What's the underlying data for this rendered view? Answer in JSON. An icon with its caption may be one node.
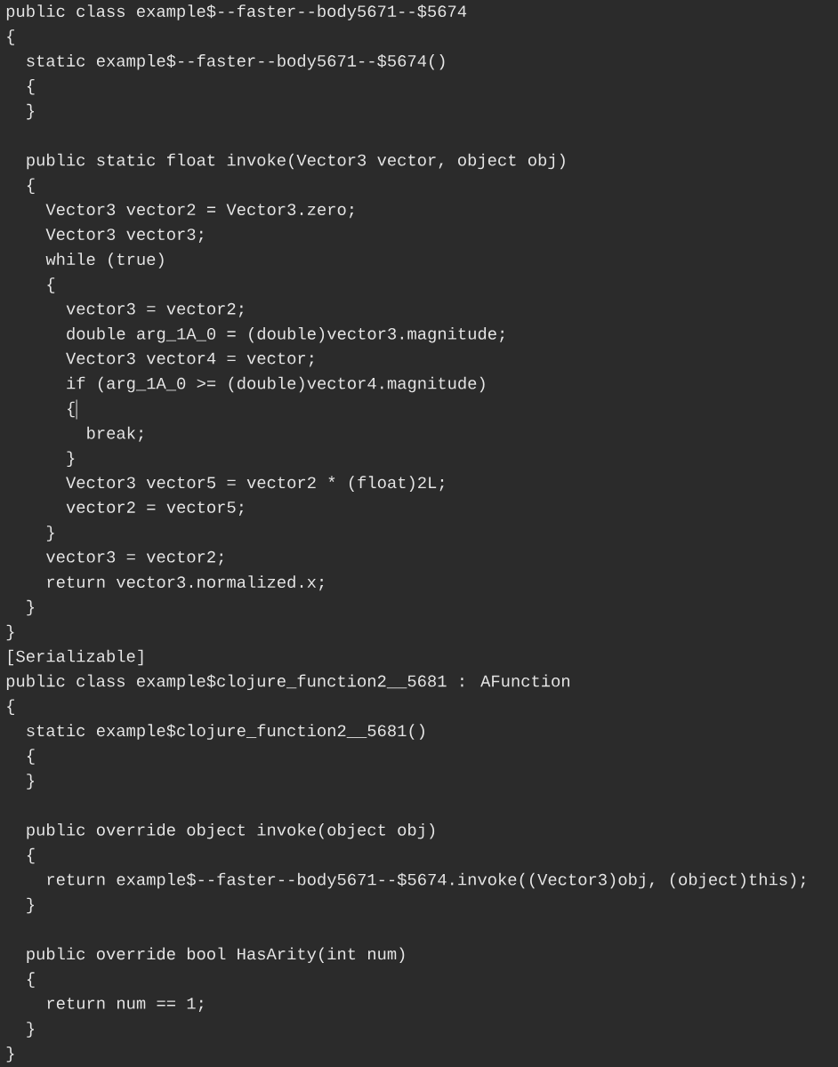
{
  "diagram": {
    "labels": [
      "public class example$--faster--body5671--$5674",
      "{",
      "static example$--faster--body5671--$5674()",
      "{",
      "}",
      "public static float invoke(Vector3 vector, object obj)",
      "{",
      "Vector3 vector2 = Vector3.zero;",
      "Vector3 vector3;",
      "while (true)",
      "{",
      "vector3 = vector2;",
      "double arg_1A_0 = (double)vector3.magnitude;",
      "Vector3 vector4 = vector;",
      "if (arg_1A_0 >= (double)vector4.magnitude)",
      "{",
      "break;",
      "}",
      "Vector3 vector5 = vector2 * (float)2L;",
      "vector2 = vector5;",
      "}",
      "vector3 = vector2;",
      "return vector3.normalized.x;",
      "}",
      "}",
      "[Serializable]",
      "public class example$clojure_function2__5681 : AFunction",
      "{",
      "static example$clojure_function2__5681()",
      "{",
      "}",
      "public override object invoke(object obj)",
      "{",
      "return example$--faster--body5671--$5674.invoke((Vector3)obj, (object)this);",
      "}",
      "public override bool HasArity(int num)",
      "{",
      "return num == 1;",
      "}",
      "}"
    ]
  }
}
